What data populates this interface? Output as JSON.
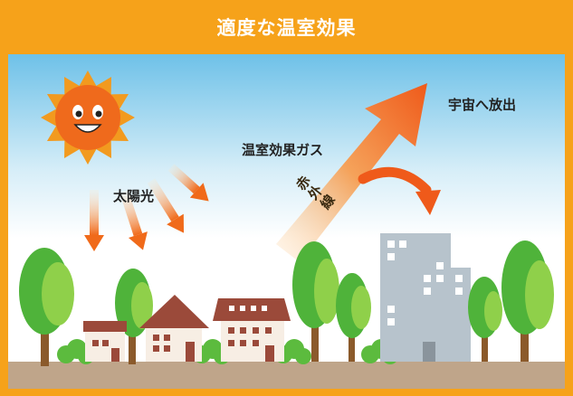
{
  "title": "適度な温室効果",
  "labels": {
    "sunlight": "太陽光",
    "greenhouse_gas": "温室効果ガス",
    "infrared": "赤外線",
    "release_to_space": "宇宙へ放出"
  },
  "colors": {
    "title_bar": "#f6a21a",
    "sky_top": "#6ec1e8",
    "sky_bottom": "#ffffff",
    "ground": "#bfa58a",
    "arrow_orange": "#f07a1f",
    "tree_green": "#4fb33a",
    "tree_light": "#8fd04a",
    "building": "#b7c3cc"
  }
}
